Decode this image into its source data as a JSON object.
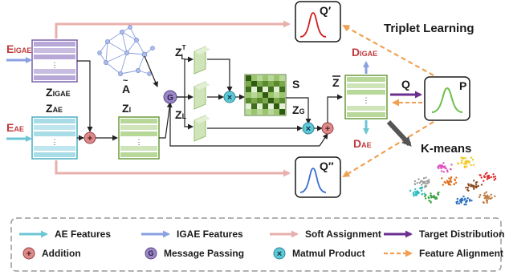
{
  "colors": {
    "ae": "#6cc6d4",
    "igae": "#8aa0e0",
    "soft": "#e8b0ac",
    "target": "#6b2f90",
    "align": "#f0a050",
    "red_text": "#c0393b",
    "matrix_green": "#5a8a2e",
    "blue_matrix": "#4aaec0",
    "purple_matrix": "#7a60a8"
  },
  "inputs": {
    "e_igae": "E",
    "e_igae_sub": "IGAE",
    "e_ae": "E",
    "e_ae_sub": "AE"
  },
  "matrices": {
    "z_igae": "Z",
    "z_igae_sub": "IGAE",
    "z_ae": "Z",
    "z_ae_sub": "AE",
    "z_i": "Z",
    "z_i_sub": "I",
    "a_tilde": "A",
    "z_l_t": "Z",
    "z_l_t_sub": "L",
    "z_l_t_sup": "T",
    "z_l": "Z",
    "z_l_sub": "L",
    "s": "S",
    "z_g": "Z",
    "z_g_sub": "G",
    "z_tilde": "Z",
    "dots": "⋮"
  },
  "outputs": {
    "q_prime": "Q′",
    "q_double": "Q″",
    "q": "Q",
    "p": "P",
    "d_igae": "D",
    "d_igae_sub": "IGAE",
    "d_ae": "D",
    "d_ae_sub": "AE",
    "triplet": "Triplet Learning",
    "kmeans": "K-means",
    "g_symbol": "G"
  },
  "legend": [
    {
      "label": "AE Features",
      "kind": "arrow",
      "color": "#6cc6d4"
    },
    {
      "label": "IGAE Features",
      "kind": "arrow",
      "color": "#8aa0e0"
    },
    {
      "label": "Soft Assignment",
      "kind": "arrow",
      "color": "#e8b0ac"
    },
    {
      "label": "Target Distribution",
      "kind": "arrow",
      "color": "#6b2f90"
    },
    {
      "label": "Addition",
      "kind": "plus"
    },
    {
      "label": "Message Passing",
      "kind": "gnode"
    },
    {
      "label": "Matmul Product",
      "kind": "times"
    },
    {
      "label": "Feature Alignment",
      "kind": "dashed",
      "color": "#f0a050"
    }
  ]
}
